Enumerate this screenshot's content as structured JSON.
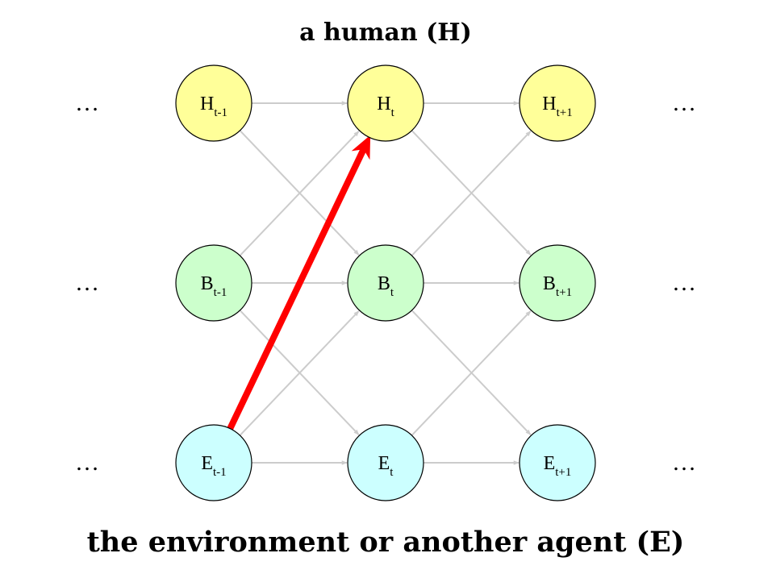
{
  "title_top": "a human (H)",
  "title_bottom": "the environment or another agent (E)",
  "ellipsis": "…",
  "colors": {
    "human": "#ffff99",
    "body": "#ccffcc",
    "environment": "#ccffff",
    "edge": "#cccccc",
    "highlight": "#ff0000"
  },
  "nodes": [
    {
      "id": "H_t-1",
      "row": "human",
      "col": 0,
      "letter": "H",
      "sub": "t-1"
    },
    {
      "id": "H_t",
      "row": "human",
      "col": 1,
      "letter": "H",
      "sub": "t"
    },
    {
      "id": "H_t+1",
      "row": "human",
      "col": 2,
      "letter": "H",
      "sub": "t+1"
    },
    {
      "id": "B_t-1",
      "row": "body",
      "col": 0,
      "letter": "B",
      "sub": "t-1"
    },
    {
      "id": "B_t",
      "row": "body",
      "col": 1,
      "letter": "B",
      "sub": "t"
    },
    {
      "id": "B_t+1",
      "row": "body",
      "col": 2,
      "letter": "B",
      "sub": "t+1"
    },
    {
      "id": "E_t-1",
      "row": "environment",
      "col": 0,
      "letter": "E",
      "sub": "t-1"
    },
    {
      "id": "E_t",
      "row": "environment",
      "col": 1,
      "letter": "E",
      "sub": "t"
    },
    {
      "id": "E_t+1",
      "row": "environment",
      "col": 2,
      "letter": "E",
      "sub": "t+1"
    }
  ],
  "edges": [
    [
      "H_t-1",
      "H_t"
    ],
    [
      "H_t-1",
      "B_t"
    ],
    [
      "B_t-1",
      "H_t"
    ],
    [
      "B_t-1",
      "B_t"
    ],
    [
      "B_t-1",
      "E_t"
    ],
    [
      "E_t-1",
      "B_t"
    ],
    [
      "E_t-1",
      "E_t"
    ],
    [
      "H_t",
      "H_t+1"
    ],
    [
      "H_t",
      "B_t+1"
    ],
    [
      "B_t",
      "H_t+1"
    ],
    [
      "B_t",
      "B_t+1"
    ],
    [
      "B_t",
      "E_t+1"
    ],
    [
      "E_t",
      "B_t+1"
    ],
    [
      "E_t",
      "E_t+1"
    ]
  ],
  "highlighted_edge": [
    "E_t-1",
    "H_t"
  ]
}
